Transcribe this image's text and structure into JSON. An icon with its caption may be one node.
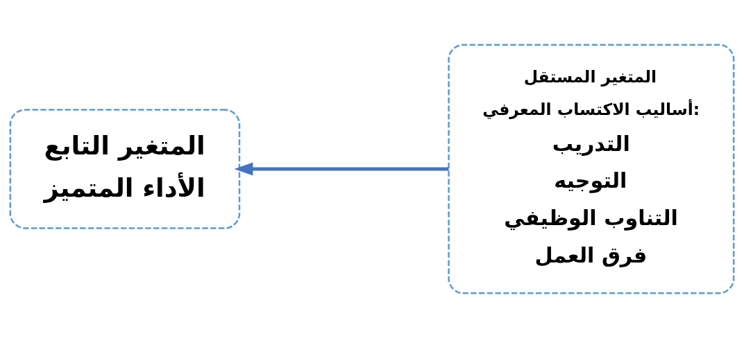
{
  "diagram": {
    "nodes": [
      {
        "text": [
          "المتغير المستقل",
          "أساليب الاكتساب المعرفي:",
          "التدريب",
          "التوجيه",
          "التناوب الوظيفي",
          "فرق العمل"
        ]
      },
      {
        "text": [
          "المتغير التابع",
          "الأداء المتميز"
        ]
      }
    ],
    "edges": [
      {
        "from": 0,
        "to": 1,
        "arrow": "to"
      }
    ]
  }
}
